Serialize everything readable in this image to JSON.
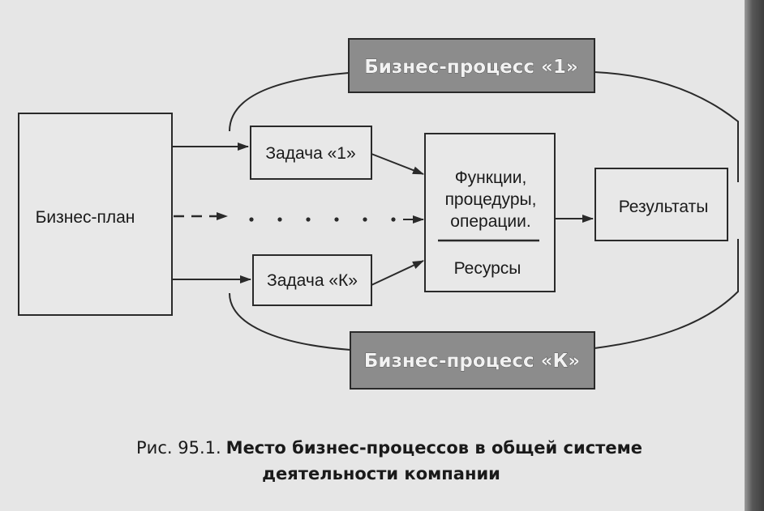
{
  "diagram": {
    "business_process_1": "Бизнес-процесс «1»",
    "business_process_k": "Бизнес-процесс «К»",
    "business_plan": "Бизнес-план",
    "task_1": "Задача «1»",
    "task_k": "Задача «К»",
    "functions_lines": [
      "Функции,",
      "процедуры,",
      "операции."
    ],
    "resources": "Ресурсы",
    "results": "Результаты"
  },
  "caption": {
    "prefix": "Рис. 95.1.",
    "title_line1": "Место бизнес-процессов в общей системе",
    "title_line2": "деятельности компании"
  },
  "colors": {
    "box_fill": "#e8e8e8",
    "process_box_fill": "#8c8c8c",
    "line": "#2a2a2a"
  }
}
